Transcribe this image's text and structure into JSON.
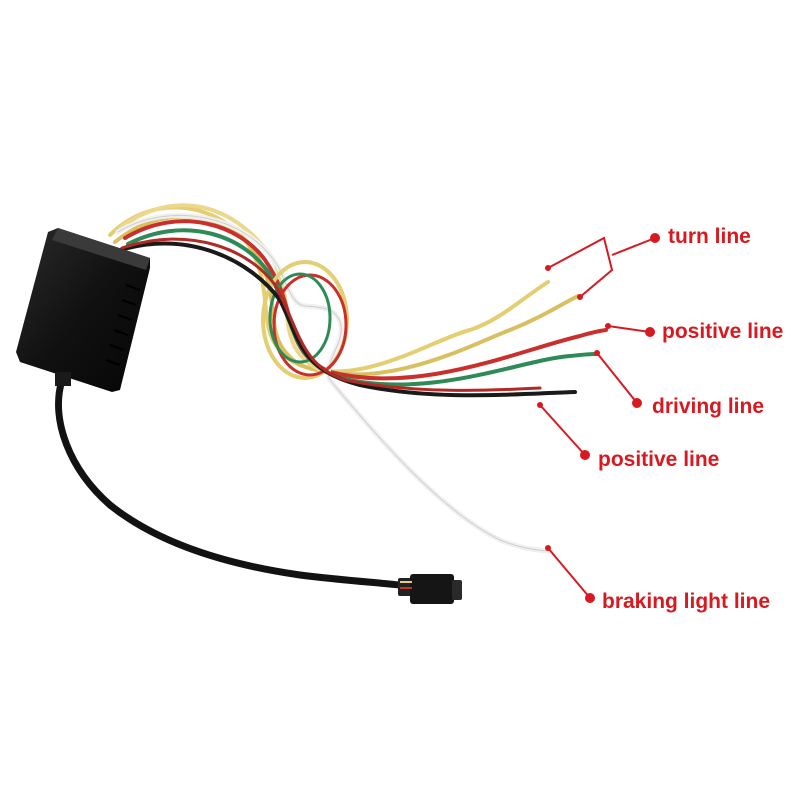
{
  "colors": {
    "annotation": "#d71920",
    "wire_yellow": "#e6cf6e",
    "wire_red": "#c9302c",
    "wire_green": "#2e8b57",
    "wire_white": "#f4f4f4",
    "wire_black": "#1a1a1a",
    "box": "#111111"
  },
  "callouts": {
    "turn": "turn line",
    "positive_top": "positive line",
    "driving": "driving line",
    "positive_bottom": "positive line",
    "braking": "braking light line"
  }
}
